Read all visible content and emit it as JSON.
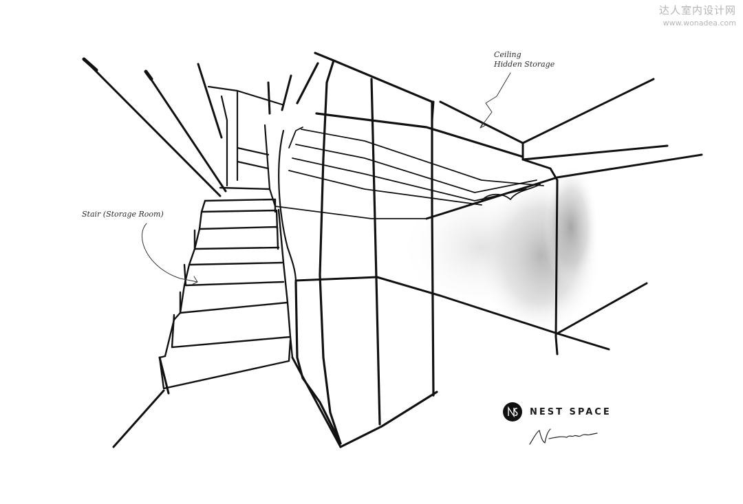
{
  "watermark": {
    "title": "达人室内设计网",
    "url": "www.wonadea.com"
  },
  "annotations": {
    "ceiling_line1": "Ceiling",
    "ceiling_line2": "Hidden Storage",
    "stair": "Stair (Storage Room)"
  },
  "brand": {
    "name": "NEST SPACE",
    "logo": "ns-monogram-icon"
  }
}
